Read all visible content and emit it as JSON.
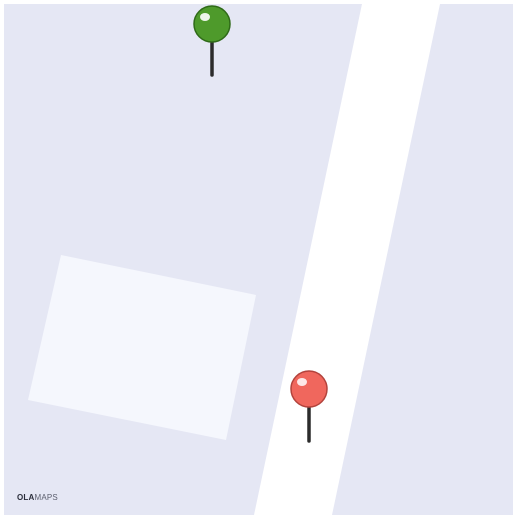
{
  "map": {
    "colors": {
      "background": "#e5e7f4",
      "road": "#ffffff",
      "building": "#f5f7fd",
      "pin_origin": "#4e9a2b",
      "pin_destination": "#f0675d",
      "pin_stem": "#2b2b2b"
    },
    "markers": [
      {
        "id": "origin",
        "icon": "green-map-pin-icon"
      },
      {
        "id": "destination",
        "icon": "red-map-pin-icon"
      }
    ],
    "attribution": {
      "brand": "OLA",
      "suffix": "MAPS"
    }
  }
}
